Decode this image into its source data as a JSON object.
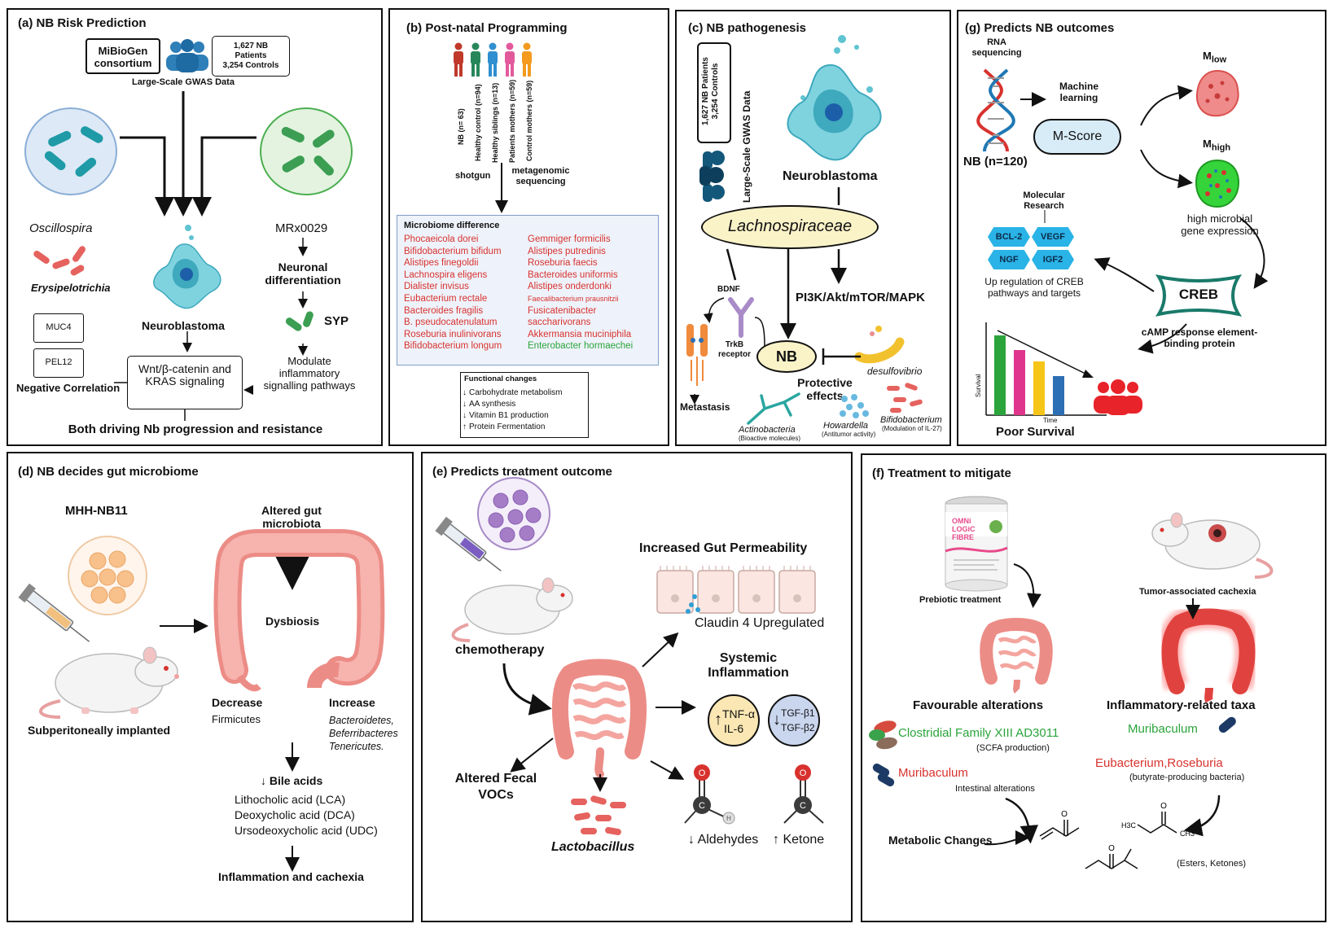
{
  "panel_a": {
    "title": "(a) NB Risk Prediction",
    "consortium": "MiBioGen consortium",
    "patients_box": [
      "1,627 NB",
      "Patients",
      "3,254 Controls"
    ],
    "gwas_label": "Large-Scale GWAS Data",
    "oscillospira": "Oscillospira",
    "erysipelotrichia": "Erysipelotrichia",
    "mrx": "MRx0029",
    "neuronal": "Neuronal differentiation",
    "syp": "SYP",
    "modulate": "Modulate inflammatory signalling pathways",
    "neuroblastoma": "Neuroblastoma",
    "muc4": "MUC4",
    "pel12": "PEL12",
    "neg_corr": "Negative Correlation",
    "wnt": "Wnt/β-catenin and KRAS signaling",
    "bottom": "Both driving Nb progression and resistance"
  },
  "panel_b": {
    "title": "(b) Post-natal Programming",
    "people": [
      {
        "label": "NB (n= 63)",
        "color": "#c0392b"
      },
      {
        "label": "Healthy control (n=94)",
        "color": "#27875a"
      },
      {
        "label": "Healthy siblings (n=13)",
        "color": "#2f8fd0"
      },
      {
        "label": "Patients mothers (n=59)",
        "color": "#e35a9c"
      },
      {
        "label": "Control mothers (n=59)",
        "color": "#f39a1f"
      }
    ],
    "shotgun": "shotgun",
    "metagenomic": "metagenomic sequencing",
    "microbiome_title": "Microbiome difference",
    "left_list": [
      "Phocaeicola dorei",
      "Bifidobacterium bifidum",
      "Alistipes finegoldii",
      "Lachnospira eligens",
      "Dialister invisus",
      "Eubacterium rectale",
      "Bacteroides fragilis",
      "B. pseudocatenulatum",
      "Roseburia inulinivorans",
      "Bifidobacterium longum"
    ],
    "right_list": [
      "Gemmiger formicilis",
      "Alistipes putredinis",
      "Roseburia faecis",
      "Bacteroides uniformis",
      "Alistipes onderdonki",
      "Faecalibacterium prausnitzii",
      "Fusicatenibacter",
      "saccharivorans",
      "Akkermansia muciniphila"
    ],
    "right_green": "Enterobacter hormaechei",
    "functional_title": "Functional changes",
    "functional": [
      {
        "dir": "↓",
        "text": "Carbohydrate metabolism"
      },
      {
        "dir": "↓",
        "text": "AA synthesis"
      },
      {
        "dir": "↓",
        "text": "Vitamin B1 production"
      },
      {
        "dir": "↑",
        "text": "Protein Fermentation"
      }
    ]
  },
  "panel_c": {
    "title": "(c) NB pathogenesis",
    "gwas_box": [
      "1,627 NB Patients",
      "3,254 Controls"
    ],
    "gwas_label": "Large-Scale GWAS Data",
    "neuroblastoma": "Neuroblastoma",
    "lachno": "Lachnospiraceae",
    "bdnf": "BDNF",
    "trkb": "TrkB receptor",
    "metastasis": "Metastasis",
    "pi3k": "PI3K/Akt/mTOR/MAPK",
    "nb": "NB",
    "protective": "Protective effects",
    "desulfo": "desulfovibrio",
    "actino": "Actinobacteria",
    "actino_sub": "(Bioactive molecules)",
    "howardella": "Howardella",
    "howardella_sub": "(Antitumor activity)",
    "bifido": "Bifidobacterium",
    "bifido_sub": "(Modulation of IL-27)"
  },
  "panel_g": {
    "title": "(g) Predicts NB outcomes",
    "rna": "RNA sequencing",
    "ml": "Machine learning",
    "mscore": "M-Score",
    "nb": "NB (n=120)",
    "mlow": "M",
    "mlow_sub": "low",
    "mhigh": "M",
    "mhigh_sub": "high",
    "high_micro": "high microbial gene expression",
    "molecular": "Molecular Research",
    "genes": [
      "BCL-2",
      "VEGF",
      "NGF",
      "IGF2"
    ],
    "upreg": "Up regulation of CREB pathways and targets",
    "creb": "CREB",
    "camp": "cAMP response element-binding protein",
    "survival_axis": "Survival",
    "time_axis": "Time",
    "poor": "Poor Survival"
  },
  "panel_d": {
    "title": "(d) NB decides gut microbiome",
    "cell_line": "MHH-NB11",
    "implanted": "Subperitoneally implanted",
    "altered": "Altered gut microbiota",
    "dysbiosis": "Dysbiosis",
    "decrease": "Decrease",
    "firmicutes": "Firmicutes",
    "increase": "Increase",
    "increase_list": "Bacteroidetes, Beferribacteres Tenericutes.",
    "bile": "Bile acids",
    "bile_dir": "↓",
    "acids": [
      "Lithocholic acid (LCA)",
      "Deoxycholic acid (DCA)",
      "Ursodeoxycholic acid (UDC)"
    ],
    "inflammation": "Inflammation and cachexia"
  },
  "panel_e": {
    "title": "(e) Predicts treatment outcome",
    "chemo": "chemotherapy",
    "permeability": "Increased Gut Permeability",
    "claudin": "Claudin 4 Upregulated",
    "systemic": "Systemic Inflammation",
    "tnf": "TNF-α",
    "il6": "IL-6",
    "tgf1": "TGF-β1",
    "tgf2": "TGF-β2",
    "vocs": "Altered Fecal VOCs",
    "lacto": "Lactobacillus",
    "aldehydes": "Aldehydes",
    "ketone": "Ketone",
    "atom_o": "O",
    "atom_c": "C",
    "atom_h": "H"
  },
  "panel_f": {
    "title": "(f) Treatment to mitigate",
    "can_brand": "OMNi LOGiC FIBRE",
    "prebiotic": "Prebiotic treatment",
    "cachexia": "Tumor-associated cachexia",
    "favourable": "Favourable alterations",
    "inflam_taxa": "Inflammatory-related taxa",
    "clostridial": "Clostridial Family XIII AD3011",
    "scfa": "(SCFA production)",
    "muribaculum_red": "Muribaculum",
    "intestinal": "Intestinal alterations",
    "muribaculum_green": "Muribaculum",
    "eubacterium": "Eubacterium,Roseburia",
    "butyrate": "(butyrate-producing bacteria)",
    "metabolic": "Metabolic Changes",
    "esters": "(Esters, Ketones)",
    "mol_o": "O",
    "mol_h3c": "H3C",
    "mol_ch3": "CH3"
  }
}
